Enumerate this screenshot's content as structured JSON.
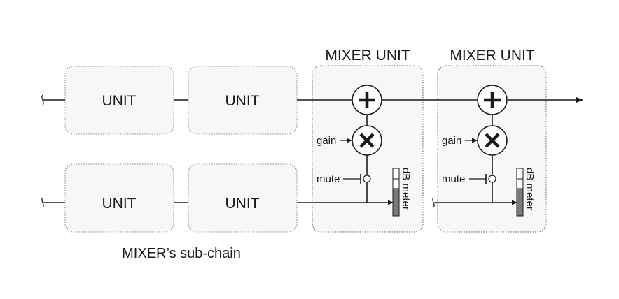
{
  "diagram": {
    "unit_labels": [
      "UNIT",
      "UNIT",
      "UNIT",
      "UNIT"
    ],
    "mixer_units": [
      {
        "title": "MIXER UNIT",
        "gain_label": "gain",
        "mute_label": "mute",
        "meter_label": "dB meter"
      },
      {
        "title": "MIXER UNIT",
        "gain_label": "gain",
        "mute_label": "mute",
        "meter_label": "dB meter"
      }
    ],
    "caption": "MIXER’s sub-chain"
  }
}
